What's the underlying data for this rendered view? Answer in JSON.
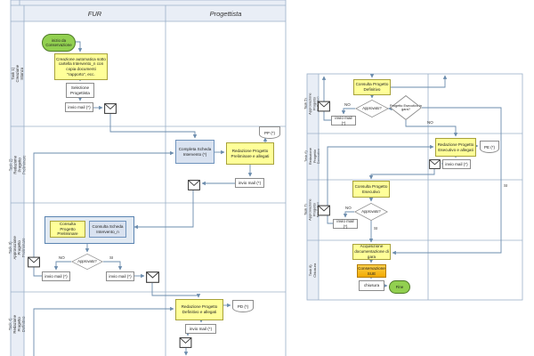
{
  "common": {
    "invio_mail": "invio mail (*)",
    "approvato": "Approvato?",
    "no": "NO",
    "si": "SI"
  },
  "left": {
    "lanes": [
      "FUR",
      "Progettista"
    ],
    "rows": [
      "Task 1) Creazione Istanza",
      "Task 2) Redazione Progetto Preliminare",
      "Task 3) Approvazione Progetto Preliminare",
      "Task 4) Redazione Progetto Definitivo"
    ],
    "start": "inizio da Conservazione",
    "auto_create": "Creazione automatica sotto cartella Intervento_n con copia documenti \"rapporto\", ecc.",
    "selezione": "Selezione Progettista",
    "completa_scheda": "Completa Scheda Intervento (*)",
    "redazione_pp": "Redazione Progetto Preliminare e allegati",
    "doc_pp": "PP (*)",
    "consulta_pp": "Consulta Progetto Preliminare",
    "consulta_scheda": "Consulta Scheda Intervento_n",
    "redazione_pd": "Redazione Progetto Definitivo e allegati",
    "doc_pd": "PD (*)"
  },
  "right": {
    "rows": [
      "Task 5) Approvazione Progetto Definitivo",
      "Task 6) Redazione Progetto Esecutivo",
      "Task 7) Approvazione Progetto Esecutivo",
      "Task 8) Chiusura"
    ],
    "consulta_pd": "Consulta Progetto Definitivo",
    "gw_gara": "Progetto Esecutivo in gara?",
    "redazione_pe": "Redazione Progetto Esecutivo e allegati",
    "doc_pe": "PE (*)",
    "consulta_pe": "Consulta Progetto Esecutivo",
    "acquisizione": "Acquisizione documentazione di gara",
    "conservazione": "Conservazione SUE",
    "chiusura": "chiusura",
    "end": "Fine"
  },
  "colors": {
    "task_yellow": "#ffff99",
    "event_green": "#92d050",
    "integration_orange": "#ffc000",
    "task_blue": "#d9e2f0",
    "lane_fill": "#e9eef6",
    "connector": "#6b8cad"
  }
}
